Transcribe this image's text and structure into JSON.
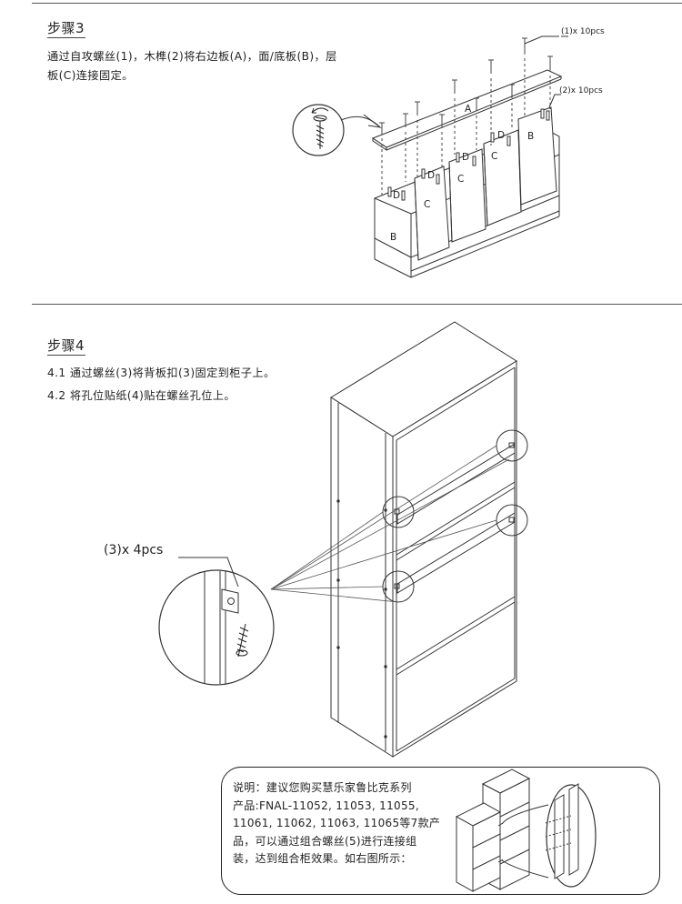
{
  "step3": {
    "title": "步骤3",
    "instruction_line1": "通过自攻螺丝(1)，木榫(2)将右边板(A)，面/底板(B)，层",
    "instruction_line2": "板(C)连接固定。",
    "callout_screws": "(1)x 10pcs",
    "callout_dowels": "(2)x 10pcs",
    "panel_labels": [
      "A",
      "B",
      "B",
      "C",
      "C",
      "C",
      "D",
      "D",
      "D",
      "D"
    ]
  },
  "step4": {
    "title": "步骤4",
    "instruction_1": "4.1 通过螺丝(3)将背板扣(3)固定到柜子上。",
    "instruction_2": "4.2 将孔位贴纸(4)贴在螺丝孔位上。",
    "callout_screws": "(3)x 4pcs"
  },
  "note": {
    "line1": "说明：建议您购买慧乐家鲁比克系列",
    "line2": "产品:FNAL-11052, 11053, 11055,",
    "line3": "11061, 11062, 11063, 11065等7款产",
    "line4": "品，可以通过组合螺丝(5)进行连接组",
    "line5": "装，达到组合柜效果。如右图所示："
  }
}
